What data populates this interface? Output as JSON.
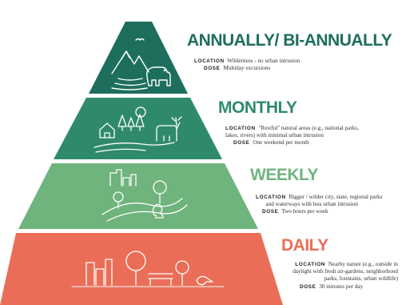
{
  "colors": {
    "annually": "#1d6e5d",
    "monthly": "#2f8a6d",
    "weekly": "#6fb37d",
    "daily": "#ea6e57",
    "icon_stroke": "#ffffff"
  },
  "tiers": [
    {
      "id": "annually",
      "title": "ANNUALLY/ BI-ANNUALLY",
      "location_key": "LOCATION",
      "location_lines": [
        "Wilderness - no urban intrusion"
      ],
      "dose_key": "DOSE",
      "dose_text": "Multiday excursions",
      "icons": [
        "bird-icon",
        "mountains-icon",
        "bear-icon",
        "river-icon"
      ]
    },
    {
      "id": "monthly",
      "title": "MONTHLY",
      "location_key": "LOCATION",
      "location_lines": [
        "\"Restful\" natural areas (e.g., national parks,",
        "lakes, rivers) with minimal urban intrusion"
      ],
      "dose_key": "DOSE",
      "dose_text": "One weekend per month",
      "icons": [
        "cabin-icon",
        "pine-trees-icon",
        "deer-icon",
        "river-icon"
      ]
    },
    {
      "id": "weekly",
      "title": "WEEKLY",
      "location_key": "LOCATION",
      "location_lines": [
        "Bigger / wilder city, state, regional parks",
        "and waterways with less urban intrusion"
      ],
      "dose_key": "DOSE",
      "dose_text": "Two hours per week",
      "icons": [
        "city-skyline-icon",
        "park-path-icon",
        "squirrel-icon",
        "tree-icon"
      ]
    },
    {
      "id": "daily",
      "title": "DAILY",
      "location_key": "LOCATION",
      "location_lines": [
        "Nearby nature (e.g., outside in",
        "daylight with fresh air-gardens, neighborhood",
        "parks, fountains, urban wildlife)"
      ],
      "dose_key": "DOSE",
      "dose_text": "30 minutes per day",
      "icons": [
        "city-buildings-icon",
        "tree-icon",
        "bench-icon",
        "bird-icon"
      ]
    }
  ]
}
